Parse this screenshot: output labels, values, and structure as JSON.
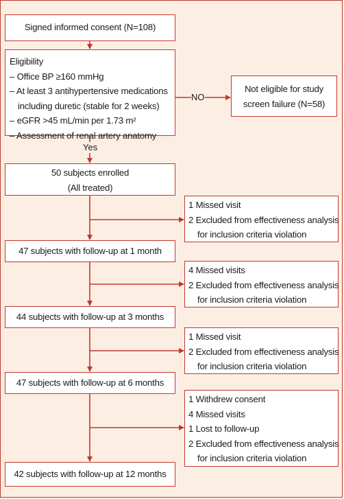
{
  "flow": {
    "consent": "Signed informed consent (N=108)",
    "eligibility": {
      "title": "Eligibility",
      "lines": [
        "– Office BP ≥160 mmHg",
        "– At least 3 antihypertensive medications",
        "including duretic (stable for 2 weeks)",
        "– eGFR >45 mL/min per 1.73 m²",
        "– Assessment of renal artery anatomy"
      ]
    },
    "no_label": "NO",
    "yes_label": "Yes",
    "not_eligible": [
      "Not eligible for study",
      "screen failure (N=58)"
    ],
    "enrolled": [
      "50 subjects enrolled",
      "(All treated)"
    ],
    "followups": [
      "47 subjects with follow-up at 1 month",
      "44 subjects with follow-up at 3 months",
      "47 subjects with follow-up at 6 months",
      "42 subjects with follow-up at 12 months"
    ],
    "exclusions": [
      [
        "1 Missed visit",
        "2 Excluded from effectiveness analysis",
        "for inclusion criteria violation"
      ],
      [
        "4 Missed visits",
        "2 Excluded from effectiveness analysis",
        "for inclusion criteria violation"
      ],
      [
        "1 Missed visit",
        "2 Excluded from effectiveness analysis",
        "for inclusion criteria violation"
      ],
      [
        "1 Withdrew consent",
        "4 Missed visits",
        "1 Lost to follow-up",
        "2 Excluded from effectiveness analysis",
        "for inclusion criteria violation"
      ]
    ]
  },
  "colors": {
    "border": "#c0392b",
    "background": "#fdeee4",
    "box": "#ffffff"
  }
}
